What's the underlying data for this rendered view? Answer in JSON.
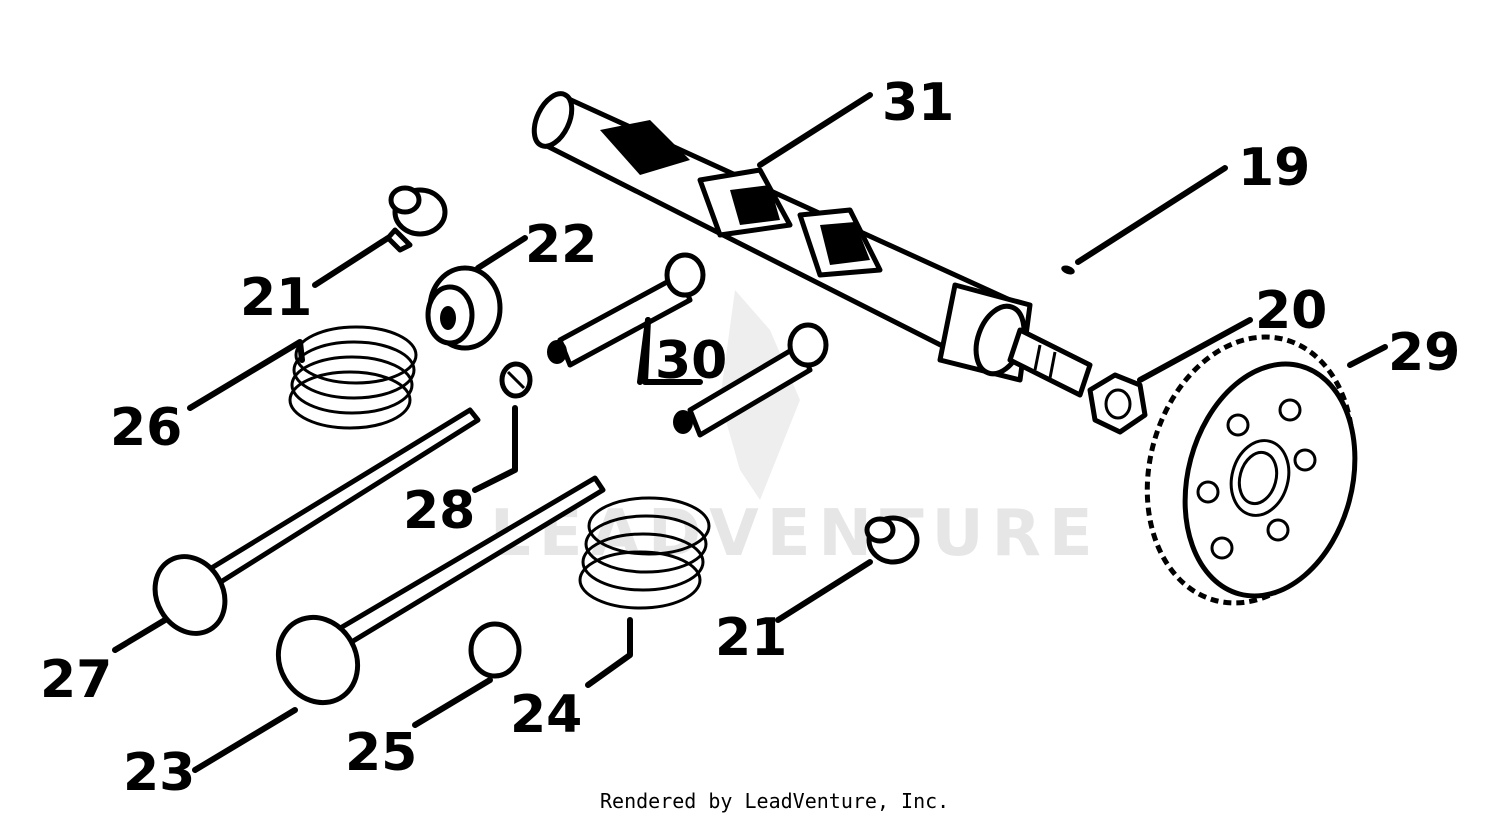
{
  "watermark": "LEADVENTURE",
  "credit": "Rendered by LeadVenture, Inc.",
  "callouts": {
    "c19": "19",
    "c20": "20",
    "c21a": "21",
    "c21b": "21",
    "c22": "22",
    "c23": "23",
    "c24": "24",
    "c25": "25",
    "c26": "26",
    "c27": "27",
    "c28": "28",
    "c29": "29",
    "c30": "30",
    "c31": "31"
  }
}
